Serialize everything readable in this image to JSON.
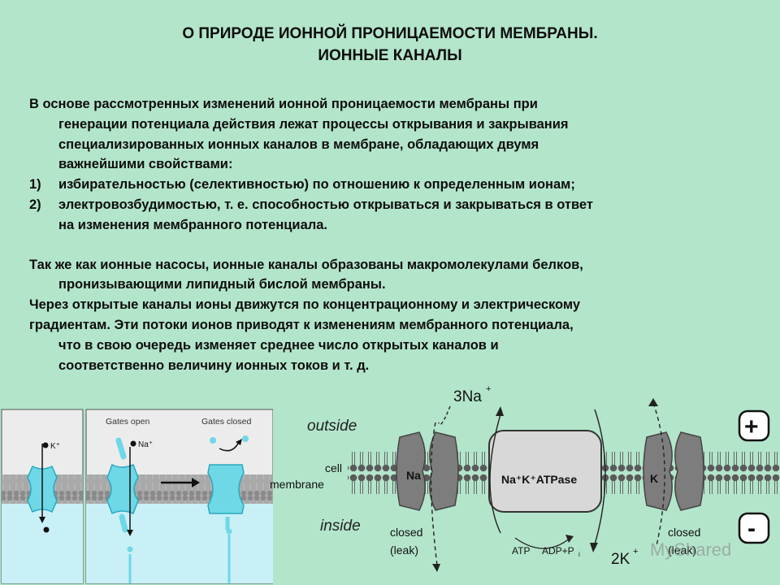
{
  "title": {
    "line1": "О ПРИРОДЕ ИОННОЙ ПРОНИЦАЕМОСТИ МЕМБРАНЫ.",
    "line2": "ИОННЫЕ КАНАЛЫ"
  },
  "paragraph1": {
    "first": "В основе рассмотренных изменений ионной проницаемости мембраны при",
    "l2": "генерации потенциала действия лежат процессы открывания и закрывания",
    "l3": "специализированных ионных каналов в мембране, обладающих двумя",
    "l4": "важнейшими свойствами:"
  },
  "list": [
    {
      "num": "1)",
      "l1": "избирательностью (селективностью) по отношению к определенным ионам;"
    },
    {
      "num": "2)",
      "l1": "электровозбудимостью, т. е. способностью открываться и закрываться в ответ",
      "l2": "на изменения мембранного потенциала."
    }
  ],
  "paragraph2": {
    "l1": "Так же как ионные насосы, ионные каналы образованы макромолекулами белков,",
    "l2": "пронизывающими липидный бислой мембраны."
  },
  "paragraph3": {
    "l1": "Через открытые каналы ионы движутся по концентрационному и электрическому",
    "l2": "градиентам. Эти потоки ионов приводят к изменениям мембранного потенциала,",
    "l3": "что в свою очередь изменяет среднее число открытых каналов и",
    "l4": "соответственно величину ионных токов и т. д."
  },
  "left_figure": {
    "ion_k": "K⁺",
    "ion_na": "Na⁺",
    "gates_open": "Gates open",
    "gates_closed": "Gates closed"
  },
  "right_figure": {
    "outside": "outside",
    "inside": "inside",
    "cell": "cell",
    "membrane": "membrane",
    "na3": "3Na",
    "k2": "2K",
    "na_channel": "Na",
    "k_channel": "K",
    "pump": "Na⁺K⁺ATPase",
    "atp": "ATP",
    "adp": "ADP+P",
    "adp_sub": "i",
    "closed_left": "closed",
    "leak_left": "(leak)",
    "closed_right": "closed",
    "leak_right": "(leak)",
    "plus": "+",
    "minus": "-",
    "watermark": "MyShared"
  },
  "colors": {
    "background": "#b3e5cb",
    "channel_cyan": "#6fd8e6",
    "protein_gray": "#7d7d7d",
    "pump_gray": "#d8d8d8"
  }
}
